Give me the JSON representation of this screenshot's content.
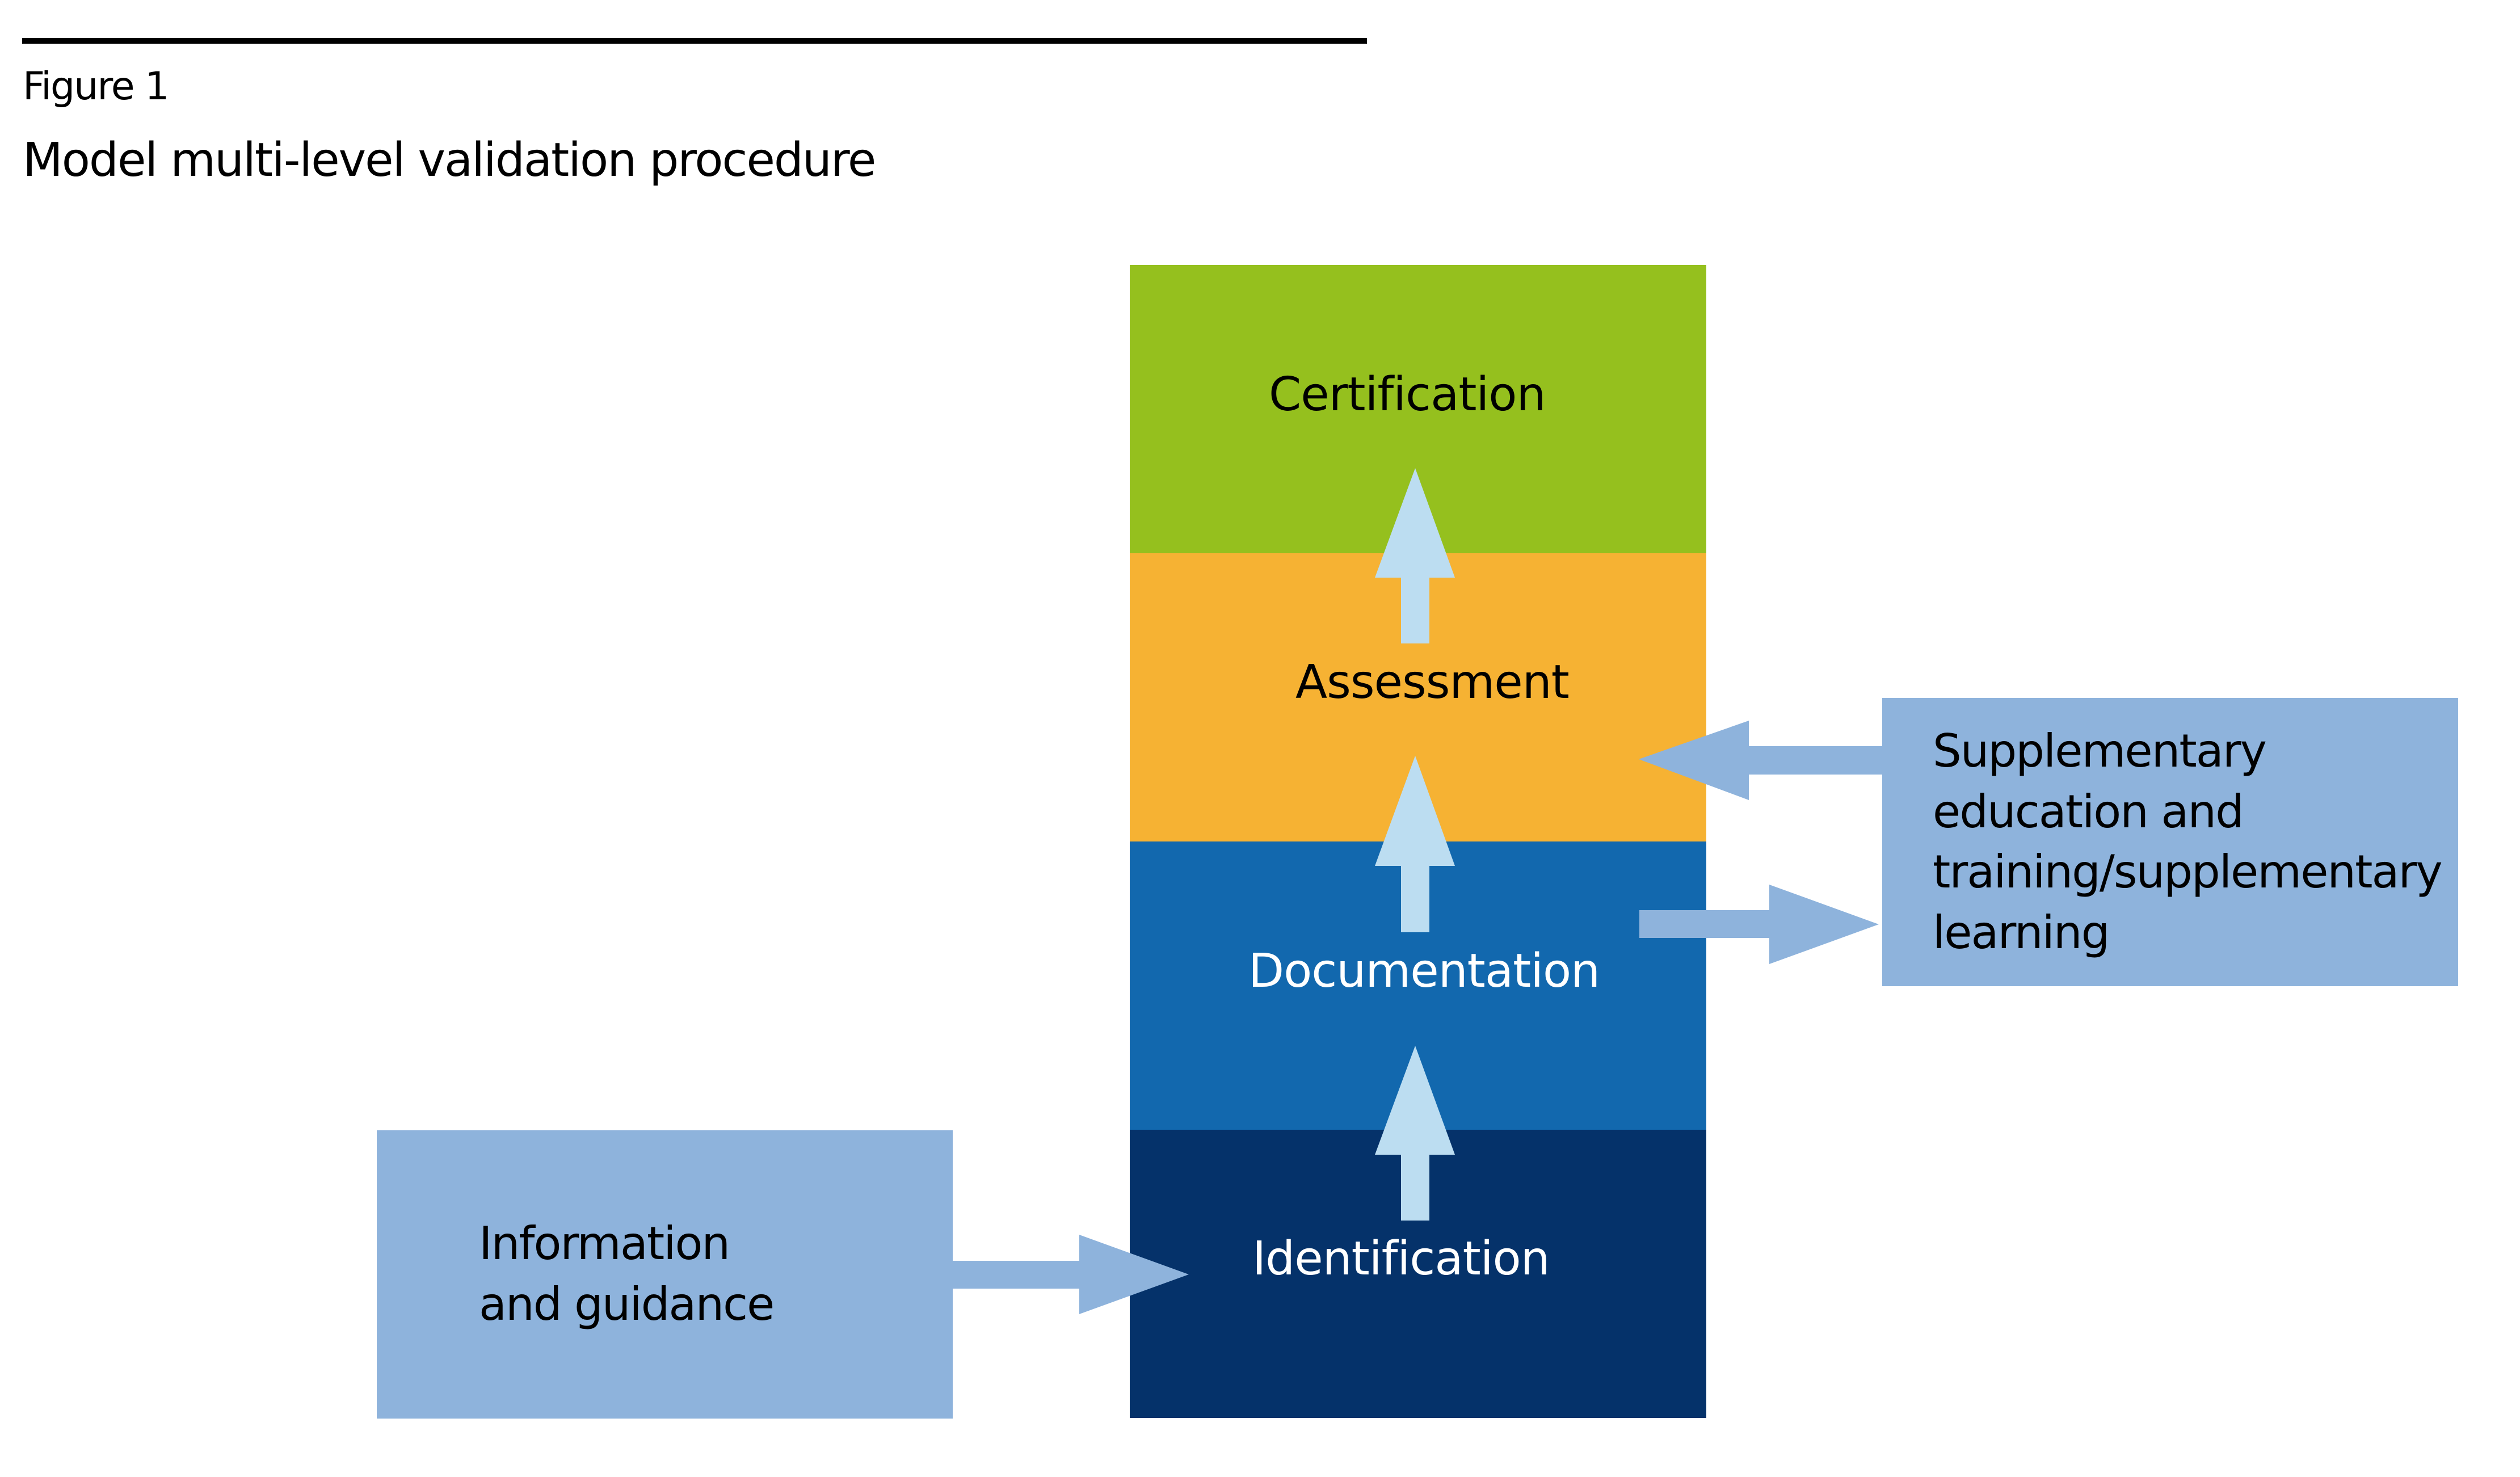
{
  "header": {
    "figure_label": "Figure 1",
    "figure_title": "Model multi-level validation procedure"
  },
  "diagram": {
    "layers": [
      {
        "label": "Certification",
        "color": "#95C01E",
        "text_color": "#000000"
      },
      {
        "label": "Assessment",
        "color": "#F6B233",
        "text_color": "#000000"
      },
      {
        "label": "Documentation",
        "color": "#1268AE",
        "text_color": "#FFFFFF"
      },
      {
        "label": "Identification",
        "color": "#05326A",
        "text_color": "#FFFFFF"
      }
    ],
    "side_boxes": {
      "left": {
        "lines": [
          "Information",
          "and guidance"
        ],
        "color": "#8EB3DC"
      },
      "right": {
        "lines": [
          "Supplementary",
          "education and",
          "training/supplementary",
          "learning"
        ],
        "color": "#8EB3DC"
      }
    },
    "arrow_colors": {
      "vertical": "#BCDDF1",
      "side": "#8EB3DC"
    },
    "connections": [
      {
        "from": "Identification",
        "to": "Documentation"
      },
      {
        "from": "Documentation",
        "to": "Assessment"
      },
      {
        "from": "Assessment",
        "to": "Certification"
      },
      {
        "from": "Information and guidance",
        "to": "Identification"
      },
      {
        "from": "Documentation",
        "to": "Supplementary education and training/supplementary learning"
      },
      {
        "from": "Supplementary education and training/supplementary learning",
        "to": "Assessment"
      }
    ]
  }
}
